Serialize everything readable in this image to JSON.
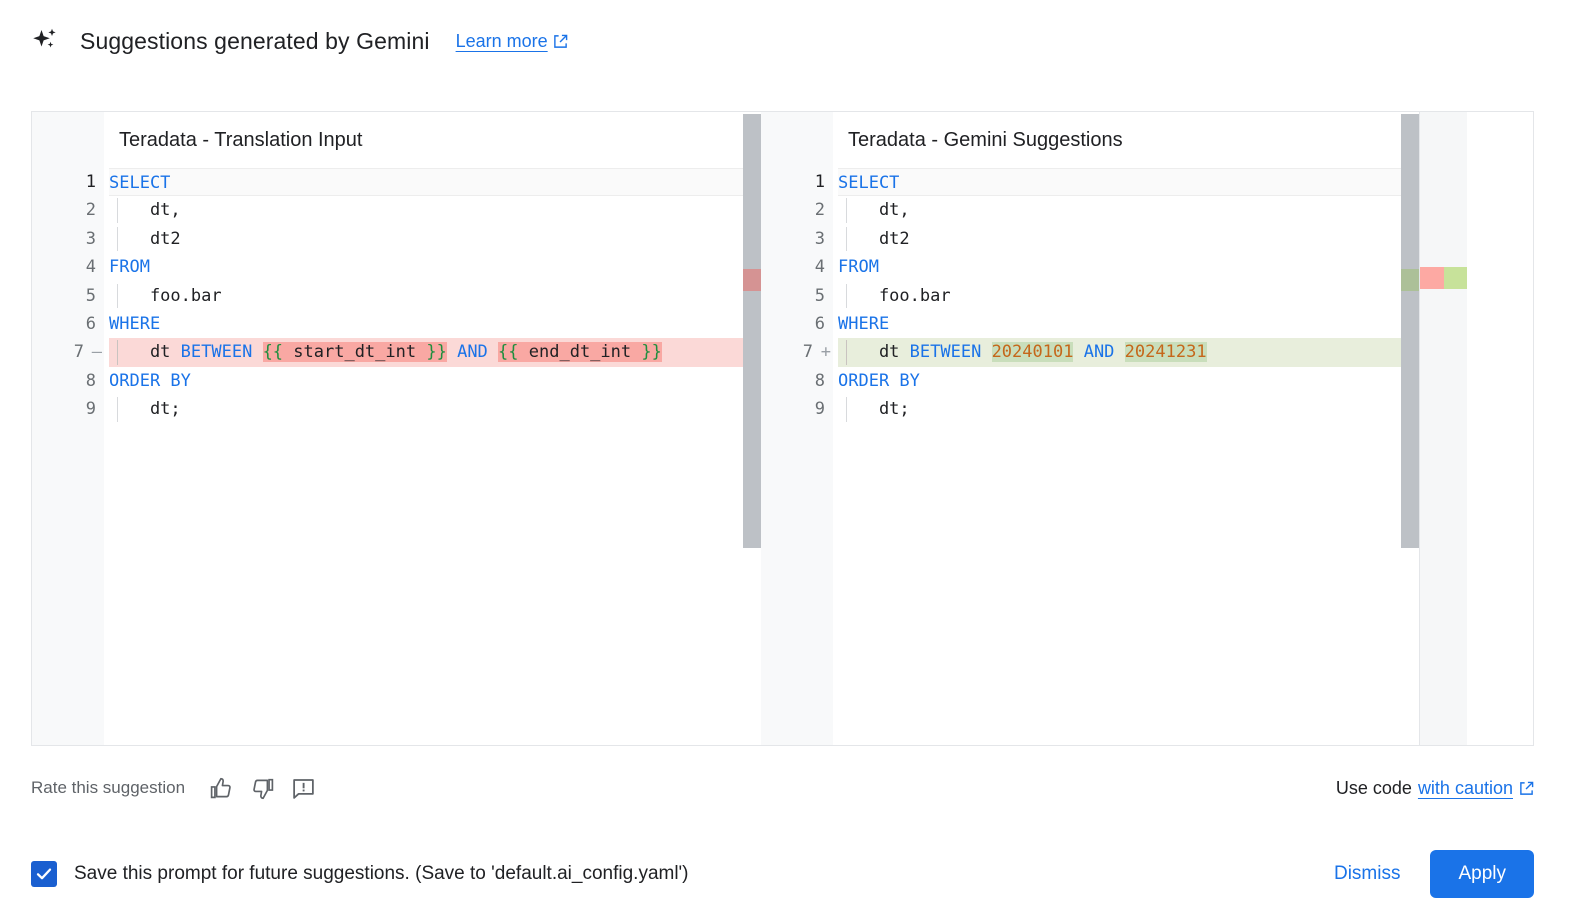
{
  "header": {
    "sparkle_icon": "sparkle-icon",
    "title": "Suggestions generated by Gemini",
    "learn_more_label": "Learn more",
    "external_link_icon": "external-link-icon"
  },
  "diff": {
    "left": {
      "title": "Teradata - Translation Input",
      "lines": [
        {
          "num": "1",
          "marker": "",
          "state": "current",
          "indent": false,
          "tokens": [
            {
              "t": "SELECT",
              "c": "kw"
            }
          ]
        },
        {
          "num": "2",
          "marker": "",
          "state": "normal",
          "indent": true,
          "tokens": [
            {
              "t": "    dt,",
              "c": "id"
            }
          ]
        },
        {
          "num": "3",
          "marker": "",
          "state": "normal",
          "indent": true,
          "tokens": [
            {
              "t": "    dt2",
              "c": "id"
            }
          ]
        },
        {
          "num": "4",
          "marker": "",
          "state": "normal",
          "indent": false,
          "tokens": [
            {
              "t": "FROM",
              "c": "kw"
            }
          ]
        },
        {
          "num": "5",
          "marker": "",
          "state": "normal",
          "indent": true,
          "tokens": [
            {
              "t": "    foo.bar",
              "c": "id"
            }
          ]
        },
        {
          "num": "6",
          "marker": "",
          "state": "normal",
          "indent": false,
          "tokens": [
            {
              "t": "WHERE",
              "c": "kw"
            }
          ]
        },
        {
          "num": "7",
          "marker": "—",
          "state": "deleted",
          "indent": true,
          "tokens": [
            {
              "t": "    dt ",
              "c": "id"
            },
            {
              "t": "BETWEEN",
              "c": "kw"
            },
            {
              "t": " ",
              "c": "id"
            },
            {
              "t": "{{",
              "c": "brc",
              "hl": "del"
            },
            {
              "t": " start_dt_int ",
              "c": "id",
              "hl": "del"
            },
            {
              "t": "}}",
              "c": "brc",
              "hl": "del"
            },
            {
              "t": " ",
              "c": "id"
            },
            {
              "t": "AND",
              "c": "kw"
            },
            {
              "t": " ",
              "c": "id"
            },
            {
              "t": "{{",
              "c": "brc",
              "hl": "del"
            },
            {
              "t": " end_dt_int ",
              "c": "id",
              "hl": "del"
            },
            {
              "t": "}}",
              "c": "brc",
              "hl": "del"
            }
          ]
        },
        {
          "num": "8",
          "marker": "",
          "state": "normal",
          "indent": false,
          "tokens": [
            {
              "t": "ORDER BY",
              "c": "kw"
            }
          ]
        },
        {
          "num": "9",
          "marker": "",
          "state": "normal",
          "indent": true,
          "tokens": [
            {
              "t": "    dt;",
              "c": "id"
            }
          ]
        }
      ]
    },
    "right": {
      "title": "Teradata - Gemini Suggestions",
      "lines": [
        {
          "num": "1",
          "marker": "",
          "state": "current",
          "indent": false,
          "tokens": [
            {
              "t": "SELECT",
              "c": "kw"
            }
          ]
        },
        {
          "num": "2",
          "marker": "",
          "state": "normal",
          "indent": true,
          "tokens": [
            {
              "t": "    dt,",
              "c": "id"
            }
          ]
        },
        {
          "num": "3",
          "marker": "",
          "state": "normal",
          "indent": true,
          "tokens": [
            {
              "t": "    dt2",
              "c": "id"
            }
          ]
        },
        {
          "num": "4",
          "marker": "",
          "state": "normal",
          "indent": false,
          "tokens": [
            {
              "t": "FROM",
              "c": "kw"
            }
          ]
        },
        {
          "num": "5",
          "marker": "",
          "state": "normal",
          "indent": true,
          "tokens": [
            {
              "t": "    foo.bar",
              "c": "id"
            }
          ]
        },
        {
          "num": "6",
          "marker": "",
          "state": "normal",
          "indent": false,
          "tokens": [
            {
              "t": "WHERE",
              "c": "kw"
            }
          ]
        },
        {
          "num": "7",
          "marker": "+",
          "state": "added",
          "indent": true,
          "tokens": [
            {
              "t": "    dt ",
              "c": "id"
            },
            {
              "t": "BETWEEN",
              "c": "kw"
            },
            {
              "t": " ",
              "c": "id"
            },
            {
              "t": "20240101",
              "c": "num2",
              "hl": "add"
            },
            {
              "t": " ",
              "c": "id"
            },
            {
              "t": "AND",
              "c": "kw"
            },
            {
              "t": " ",
              "c": "id"
            },
            {
              "t": "20241231",
              "c": "num2",
              "hl": "add"
            }
          ]
        },
        {
          "num": "8",
          "marker": "",
          "state": "normal",
          "indent": false,
          "tokens": [
            {
              "t": "ORDER BY",
              "c": "kw"
            }
          ]
        },
        {
          "num": "9",
          "marker": "",
          "state": "normal",
          "indent": true,
          "tokens": [
            {
              "t": "    dt;",
              "c": "id"
            }
          ]
        }
      ]
    }
  },
  "rate": {
    "label": "Rate this suggestion",
    "thumb_up_icon": "thumb-up-icon",
    "thumb_down_icon": "thumb-down-icon",
    "feedback_icon": "feedback-icon",
    "use_code_prefix": "Use code",
    "caution_label": "with caution",
    "external_link_icon": "external-link-icon"
  },
  "footer": {
    "checkbox_checked": true,
    "checkbox_label": "Save this prompt for future suggestions. (Save to 'default.ai_config.yaml')",
    "dismiss_label": "Dismiss",
    "apply_label": "Apply"
  },
  "colors": {
    "accent": "#1a73e8",
    "deleted_row": "#fbd9d7",
    "deleted_token": "#f9a8a3",
    "added_row": "#e8eedc",
    "added_token": "#c9debb",
    "keyword": "#1a73e8",
    "number": "#c5671a",
    "brace": "#1e8e3e"
  }
}
